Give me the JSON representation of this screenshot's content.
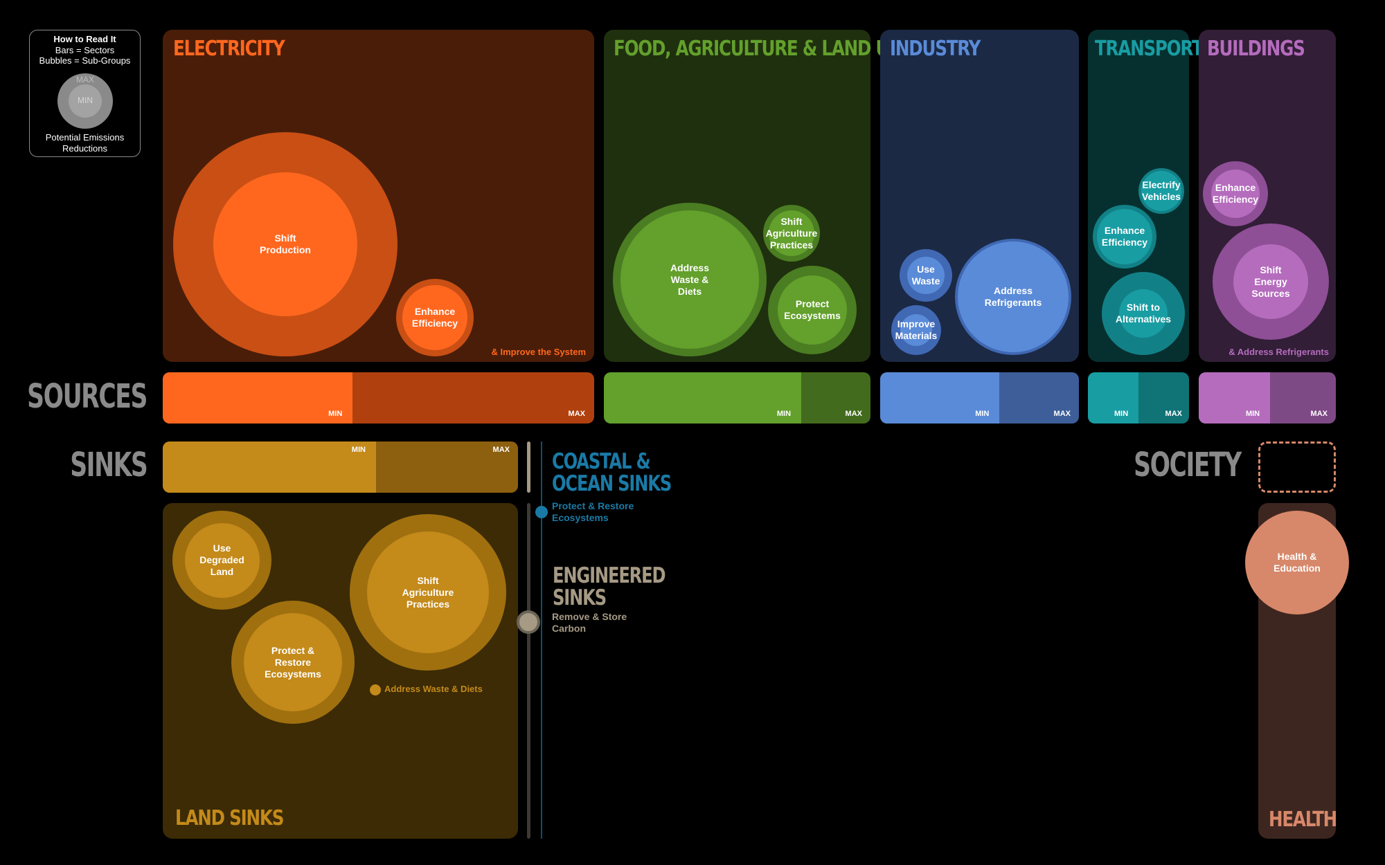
{
  "legend": {
    "title": "How to Read It",
    "line1": "Bars = Sectors",
    "line2": "Bubbles = Sub-Groups",
    "max": "MAX",
    "min": "MIN",
    "caption": "Potential Emissions\nReductions"
  },
  "row_labels": {
    "sources": "SOURCES",
    "sinks": "SINKS",
    "society": "SOCIETY"
  },
  "colors": {
    "electricity": "#ff671f",
    "food": "#63a02c",
    "industry": "#5a8bd8",
    "transport": "#189da3",
    "buildings": "#b56cbd",
    "land": "#c48a1a",
    "coastal": "#1a7aa6",
    "engineered": "#a69a85",
    "health": "#d7886a"
  },
  "sectors": {
    "electricity": {
      "title": "ELECTRICITY",
      "note": "& Improve the System",
      "bubbles": [
        "Shift\nProduction",
        "Enhance\nEfficiency"
      ],
      "bar": {
        "min_label": "MIN",
        "max_label": "MAX",
        "min_fraction": 0.44
      }
    },
    "food": {
      "title": "FOOD, AGRICULTURE & LAND USE",
      "bubbles": [
        "Address\nWaste &\nDiets",
        "Shift\nAgriculture\nPractices",
        "Protect\nEcosystems"
      ],
      "bar": {
        "min_label": "MIN",
        "max_label": "MAX",
        "min_fraction": 0.74
      }
    },
    "industry": {
      "title": "INDUSTRY",
      "bubbles": [
        "Use\nWaste",
        "Improve\nMaterials",
        "Address\nRefrigerants"
      ],
      "bar": {
        "min_label": "MIN",
        "max_label": "MAX",
        "min_fraction": 0.6
      }
    },
    "transport": {
      "title": "TRANSPORT",
      "bubbles": [
        "Electrify\nVehicles",
        "Enhance\nEfficiency",
        "Shift to\nAlternatives"
      ],
      "bar": {
        "min_label": "MIN",
        "max_label": "MAX",
        "min_fraction": 0.5
      }
    },
    "buildings": {
      "title": "BUILDINGS",
      "note": "& Address Refrigerants",
      "bubbles": [
        "Enhance\nEfficiency",
        "Shift\nEnergy\nSources"
      ],
      "bar": {
        "min_label": "MIN",
        "max_label": "MAX",
        "min_fraction": 0.52
      }
    }
  },
  "sinks": {
    "bar": {
      "min_label": "MIN",
      "max_label": "MAX",
      "min_fraction": 0.6
    },
    "land": {
      "title": "LAND SINKS",
      "bubbles": [
        "Use\nDegraded\nLand",
        "Shift\nAgriculture\nPractices",
        "Protect &\nRestore\nEcosystems"
      ],
      "note": "Address Waste & Diets"
    },
    "coastal": {
      "title": "COASTAL &\nOCEAN SINKS",
      "sub": "Protect & Restore\nEcosystems"
    },
    "engineered": {
      "title": "ENGINEERED\nSINKS",
      "sub": "Remove & Store\nCarbon"
    }
  },
  "society": {
    "health": {
      "title": "HEALTH",
      "bubble": "Health &\nEducation"
    }
  }
}
